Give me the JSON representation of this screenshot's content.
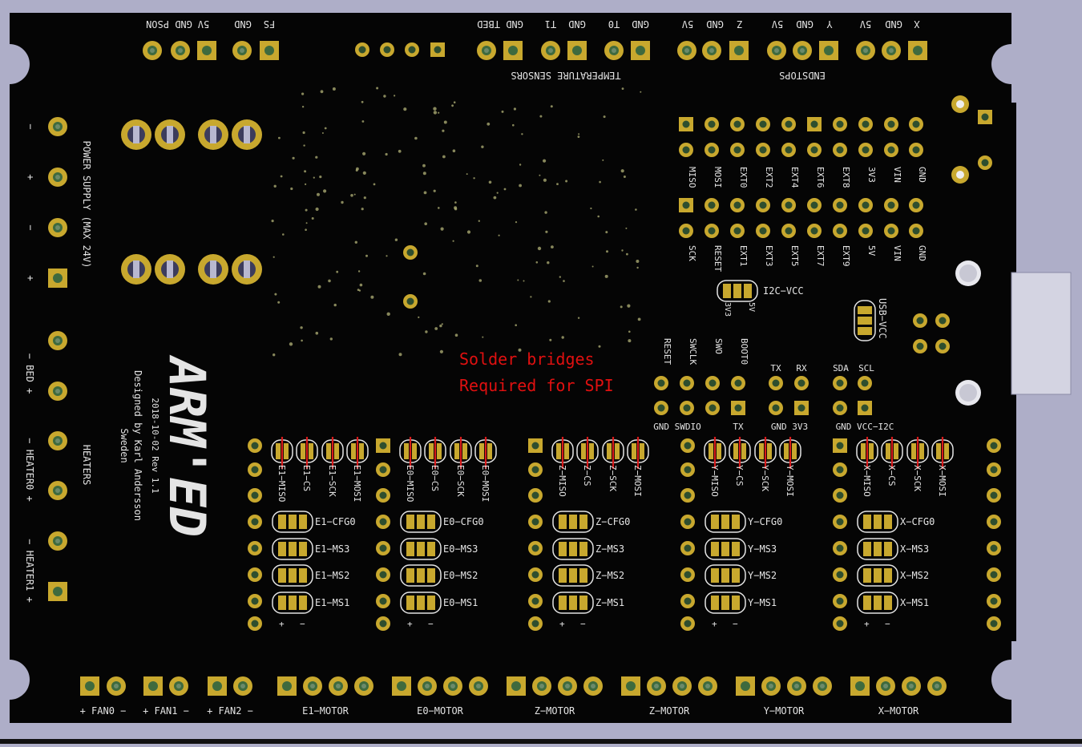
{
  "colors": {
    "background": "#aeaec8",
    "board": "#050505",
    "pad": "#c8a82e",
    "pad_hole": "#3e6a3e",
    "silk": "#e4e4e4",
    "note": "#e01010",
    "bridge": "#d81a1a",
    "via": "#b8b070"
  },
  "board": {
    "top_labels": {
      "gnd_pson": "GND PSON",
      "v5": "5V",
      "fs_gnd": "GND",
      "fs": "FS",
      "gnd_tbed": "GND TBED",
      "t1_gnd": "GND",
      "t1": "T1",
      "t0_gnd": "GND",
      "t0": "T0",
      "z_5v": "5V",
      "z_gnd": "GND",
      "z": "Z",
      "y_5v": "5V",
      "y_gnd": "GND",
      "y": "Y",
      "x_5v": "5V",
      "x_gnd": "GND",
      "x": "X",
      "temp_sensors": "TEMPERATURE SENSORS",
      "endstops": "ENDSTOPS"
    },
    "left_labels": {
      "power_supply": "POWER SUPPLY (MAX 24V)",
      "bed": "− BED +",
      "heater0": "− HEATER0 +",
      "heater1": "− HEATER1 +",
      "heaters": "HEATERS",
      "minus": "−",
      "plus": "+"
    },
    "logo": {
      "text": "ARM'ED",
      "designed_by": "Designed by Karl Andersson",
      "date_rev": "2018-10-02 Rev 1.1",
      "country": "Sweden"
    },
    "header_top": [
      "MISO",
      "MOSI",
      "EXT0",
      "EXT2",
      "EXT4",
      "EXT6",
      "EXT8",
      "3V3",
      "VIN",
      "GND"
    ],
    "header_bottom": [
      "SCK",
      "RESET",
      "EXT1",
      "EXT3",
      "EXT5",
      "EXT7",
      "EXT9",
      "5V",
      "VIN",
      "GND"
    ],
    "i2c_vcc": "I2C−VCC",
    "v3v3": "3V3",
    "v5_jumper": "5V",
    "usb_vcc": "USB−VCC",
    "debug": [
      "RESET",
      "SWCLK",
      "SWO",
      "BOOT0"
    ],
    "tx": "TX",
    "rx": "RX",
    "sda": "SDA",
    "scl": "SCL",
    "gnd_swdio": "GND SWDIO",
    "tx2": "TX",
    "gnd_3v3": "GND 3V3",
    "gnd_vcc_i2c": "GND VCC−I2C",
    "note_line1": "Solder bridges",
    "note_line2": "Required for SPI",
    "drivers": [
      {
        "spi": [
          "E1−MISO",
          "E1−CS",
          "E1−SCK",
          "E1−MOSI"
        ],
        "cfg": [
          "E1−CFG0",
          "E1−MS3",
          "E1−MS2",
          "E1−MS1"
        ]
      },
      {
        "spi": [
          "E0−MISO",
          "E0−CS",
          "E0−SCK",
          "E0−MOSI"
        ],
        "cfg": [
          "E0−CFG0",
          "E0−MS3",
          "E0−MS2",
          "E0−MS1"
        ]
      },
      {
        "spi": [
          "Z−MISO",
          "Z−CS",
          "Z−SCK",
          "Z−MOSI"
        ],
        "cfg": [
          "Z−CFG0",
          "Z−MS3",
          "Z−MS2",
          "Z−MS1"
        ]
      },
      {
        "spi": [
          "Y−MISO",
          "Y−CS",
          "Y−SCK",
          "Y−MOSI"
        ],
        "cfg": [
          "Y−CFG0",
          "Y−MS3",
          "Y−MS2",
          "Y−MS1"
        ]
      },
      {
        "spi": [
          "X−MISO",
          "X−CS",
          "X−SCK",
          "X−MOSI"
        ],
        "cfg": [
          "X−CFG0",
          "X−MS3",
          "X−MS2",
          "X−MS1"
        ]
      }
    ],
    "pm_plus": "+",
    "pm_minus": "−",
    "fans": [
      "+ FAN0 −",
      "+ FAN1 −",
      "+ FAN2 −"
    ],
    "motors": [
      "E1−MOTOR",
      "E0−MOTOR",
      "Z−MOTOR",
      "Z−MOTOR",
      "Y−MOTOR",
      "X−MOTOR"
    ]
  }
}
